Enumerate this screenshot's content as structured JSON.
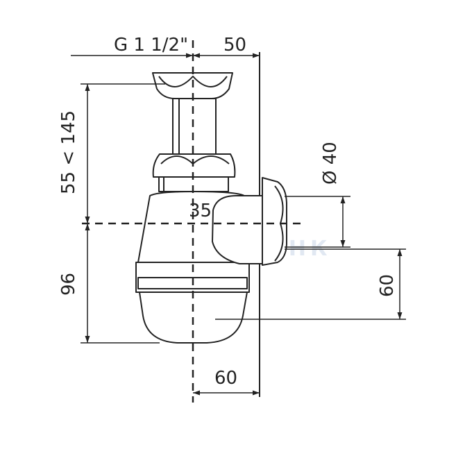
{
  "colors": {
    "line": "#222222",
    "watermark": "#c9d7e8",
    "background": "#ffffff"
  },
  "dimensions": {
    "thread": "G 1 1/2\"",
    "offset_top": "50",
    "height_range": "55 < 145",
    "lower_height": "96",
    "outlet_center": "35",
    "outlet_diameter": "Ø 40",
    "outlet_height": "60",
    "bottom_offset": "60"
  },
  "watermark": {
    "text": "АКВАЛИНК"
  }
}
